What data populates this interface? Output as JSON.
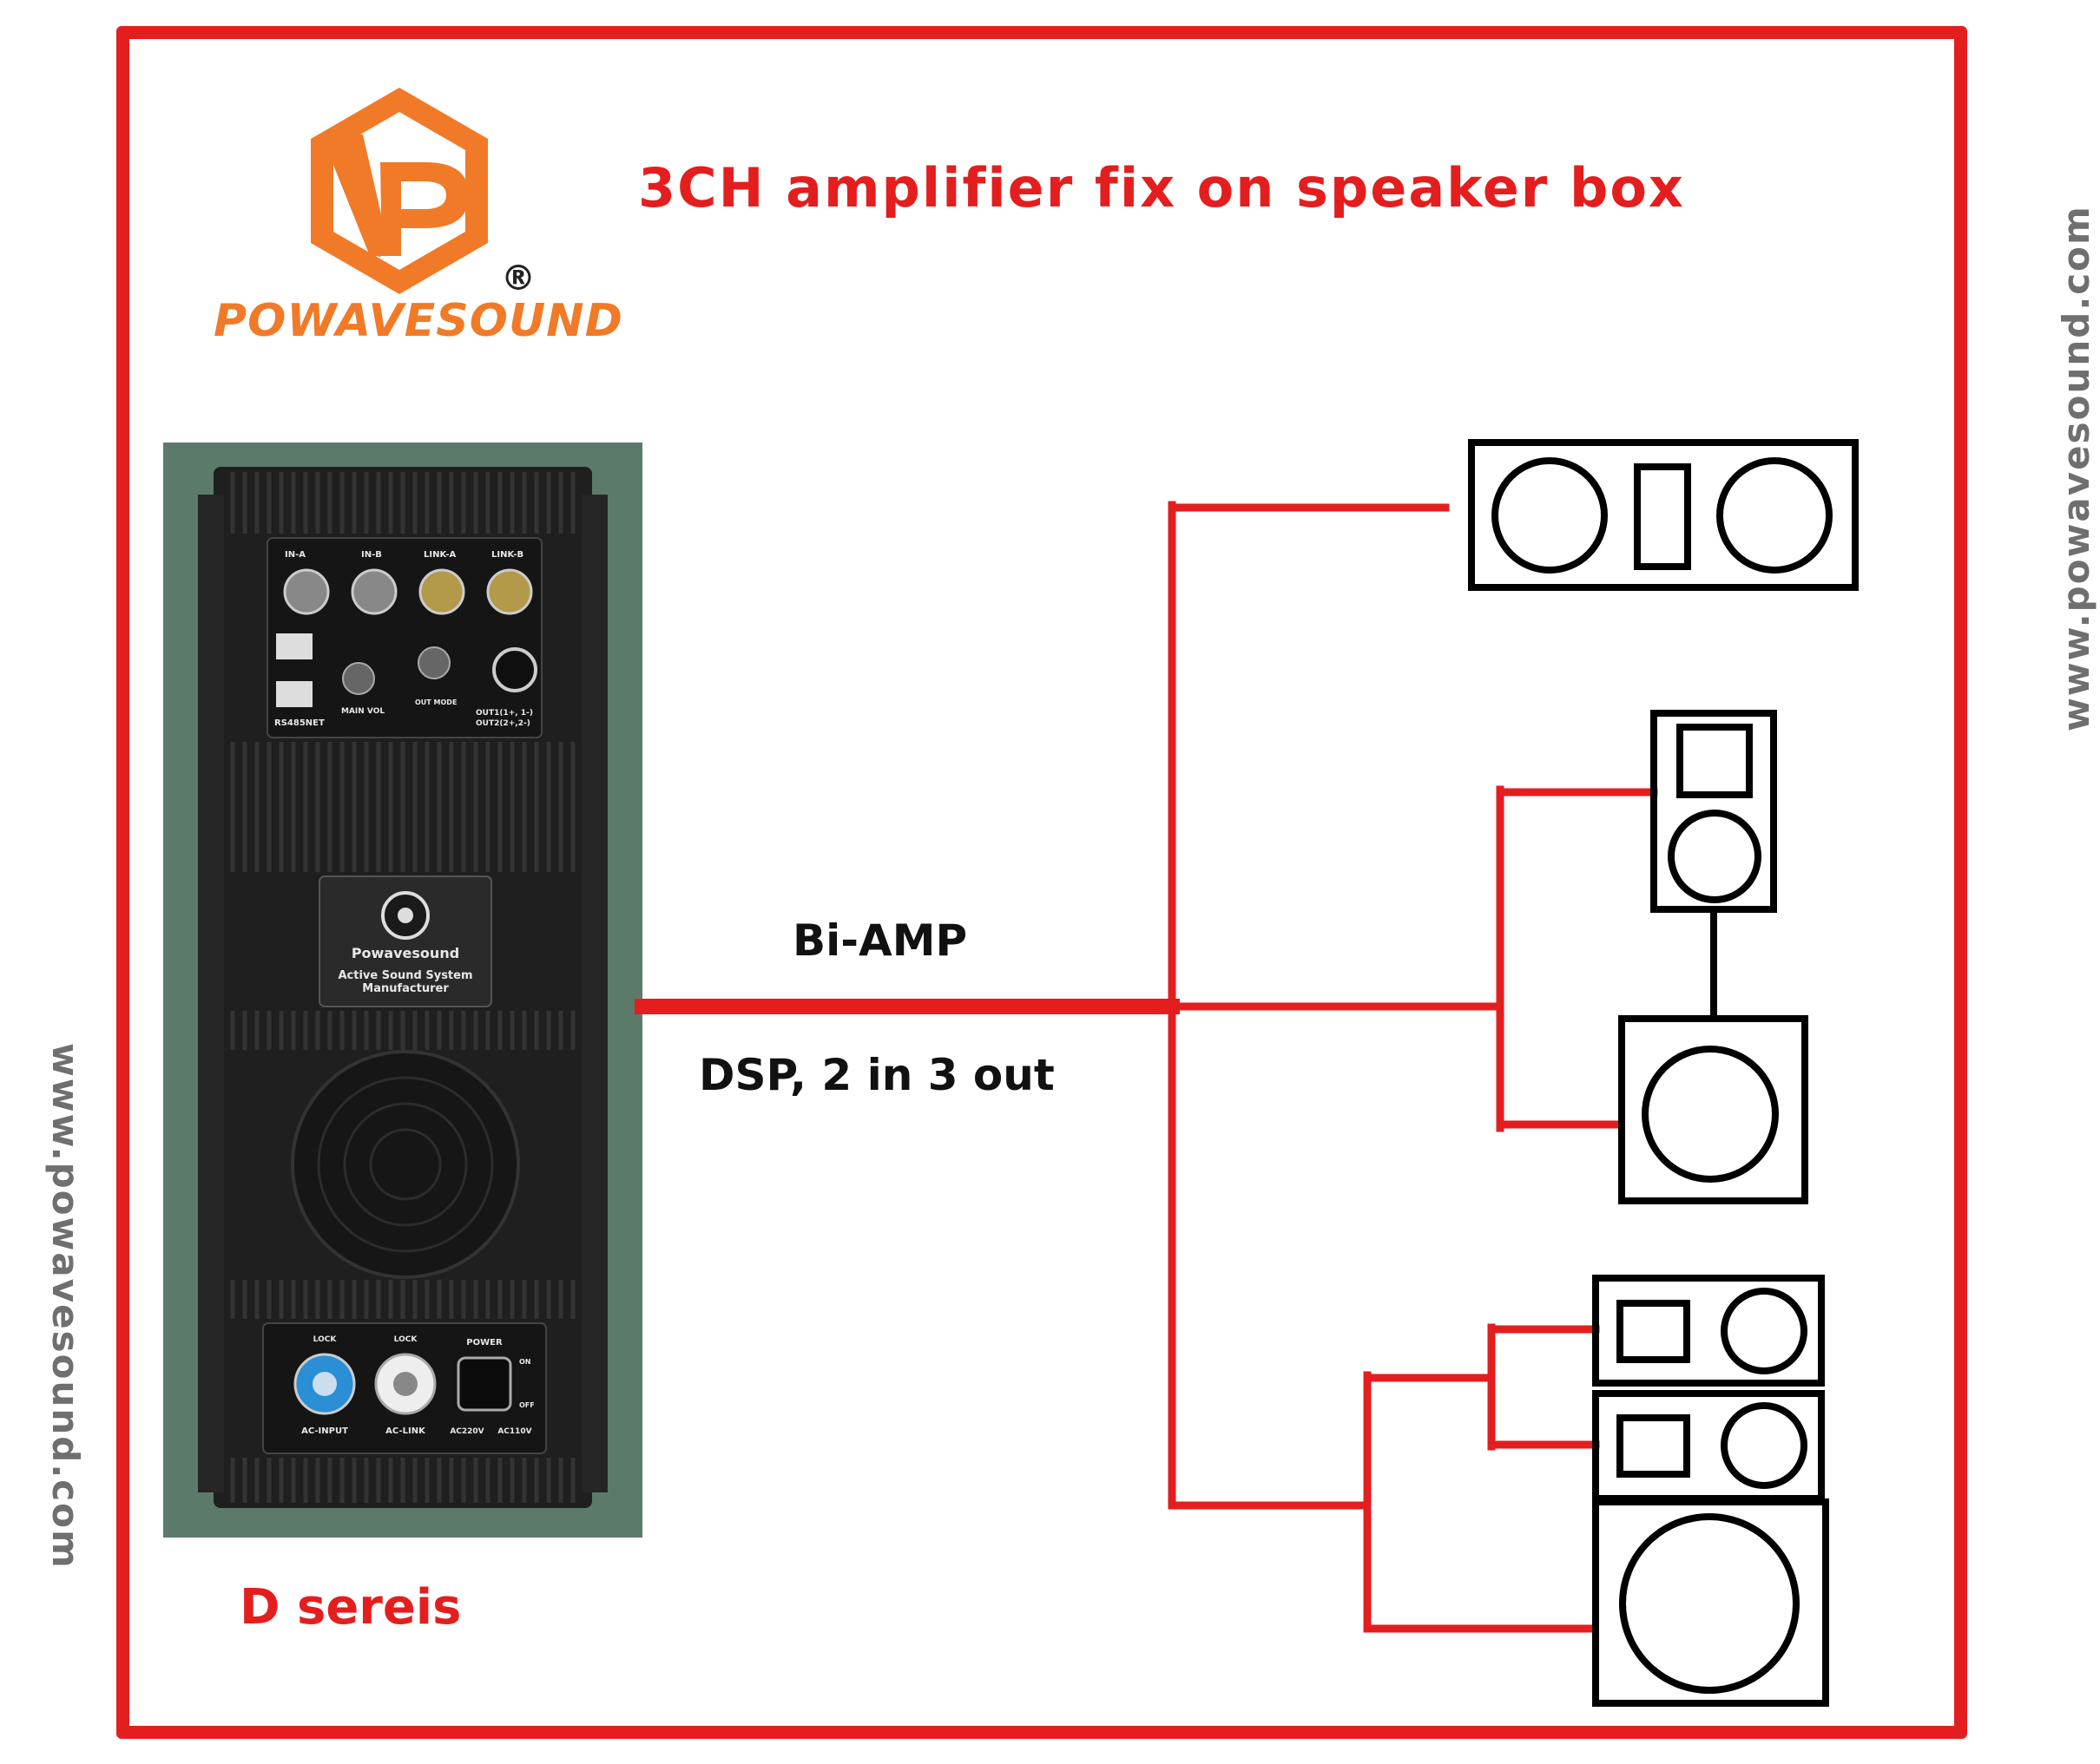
{
  "title": "3CH amplifier fix on speaker box",
  "brand": {
    "name": "POWAVESOUND",
    "registered_mark": "®",
    "logo_color": "#f07a28"
  },
  "watermark_text": "www.powavesound.com",
  "amplifier": {
    "panel_labels": {
      "in_a": "IN-A",
      "in_b": "IN-B",
      "link_a": "LINK-A",
      "link_b": "LINK-B",
      "rs485": "RS485NET",
      "main_vol": "MAIN VOL",
      "out_mode": "OUT MODE",
      "out_1": "OUT1(1+, 1-)",
      "out_2": "OUT2(2+,2-)",
      "logo_text": "Powavesound",
      "logo_sub1": "Active Sound System",
      "logo_sub2": "Manufacturer",
      "ac_input": "AC-INPUT",
      "ac_link": "AC-LINK",
      "power": "POWER",
      "lock": "LOCK",
      "on": "ON",
      "off": "OFF",
      "ac220": "AC220V",
      "ac110": "AC110V"
    },
    "series_label": "D sereis"
  },
  "connection": {
    "mode_label": "Bi-AMP",
    "spec_label": "DSP, 2 in 3 out"
  },
  "colors": {
    "frame": "#e41e1e",
    "wire": "#e41e1e",
    "speaker_outline": "#000000",
    "watermark": "#6f6f6f",
    "amp_body": "#222222",
    "amp_background": "#5c7a6a"
  }
}
